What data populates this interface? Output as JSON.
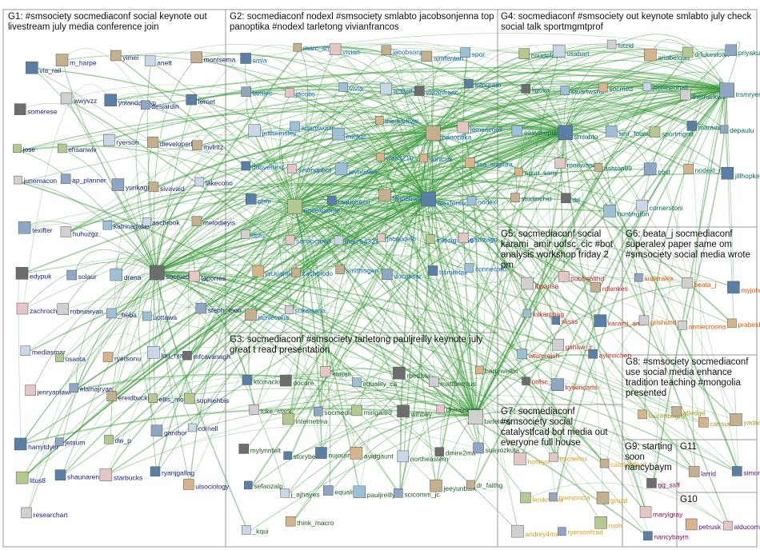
{
  "colors": {
    "edge": "#3c9c3c",
    "box_border": "#9a9a9a",
    "groups": {
      "G1": "#1a237e",
      "G2": "#1565c0",
      "G3": "#1b5e20",
      "G4": "#00695c",
      "G5": "#c62828",
      "G6": "#e65100",
      "G7": "#d4a017",
      "G8": "#9e9d24",
      "G9": "#880e4f",
      "G10": "#4a148c",
      "G11": "#4a148c"
    }
  },
  "groups": [
    {
      "id": "G1",
      "title": "G1: #smsociety socmediaconf social keynote out livestream july media conference join"
    },
    {
      "id": "G2",
      "title": "G2: socmediaconf nodexl #smsociety smlabto jacobsonjenna top panoptika #nodexl tarletong vivianfrancos"
    },
    {
      "id": "G3",
      "title": "G3: socmediaconf #smsociety tarletong pauljreilly keynote july great t read presentation"
    },
    {
      "id": "G4",
      "title": "G4: socmediaconf #smsociety out keynote smlabto july check social talk sportmgmtprof"
    },
    {
      "id": "G5",
      "title": "G5: socmediaconf social karami_amir uofsc_cic #bot analysis workshop friday 2 pm"
    },
    {
      "id": "G6",
      "title": "G6: beata_j socmediaconf superalex paper same om #smsociety social media wrote"
    },
    {
      "id": "G7",
      "title": "G7: socmediaconf #smsociety social catalystfcad bot media out everyone full house"
    },
    {
      "id": "G8",
      "title": "G8: #smsociety socmediaconf use social media enhance tradition teaching #mongolia presented"
    },
    {
      "id": "G9",
      "title": "G9: starting soon nancybaym"
    },
    {
      "id": "G10",
      "title": "G10"
    },
    {
      "id": "G11",
      "title": "G11"
    }
  ],
  "nodes": {
    "G1": [
      "via_rail",
      "m_harpe",
      "yimei",
      "anett",
      "montsema",
      "somerese",
      "wwyvzz",
      "yolandayssp",
      "desjardin",
      "lernet",
      "jose",
      "ehsanwlv",
      "ryerson",
      "dleveloperl",
      "mvfritz",
      "junemacon",
      "ap_planner",
      "yurikagey",
      "sivavaid",
      "lakecono",
      "texifter",
      "huhuzgz",
      "katrinagalas",
      "aschrook",
      "melodieyis",
      "edypuk",
      "solaur",
      "drena",
      "socmediac",
      "laporres",
      "zachroche1",
      "robruaryan",
      "_heba",
      "uottawa",
      "steph_moo",
      "mediasmar",
      "osanta",
      "ryersonu",
      "lou_ryan",
      "mfcavanagh",
      "jenryanlawl",
      "elainajryan",
      "ereidbucki",
      "ellis_motta",
      "sophiehbis",
      "harrytdyer",
      "jetsum",
      "dw_p",
      "ganthor",
      "cornell",
      "litus8",
      "shaunaren",
      "starbucks",
      "ryanjgallag",
      "ulsociology",
      "researchart"
    ],
    "G2": [
      "smla",
      "marc_smith",
      "vivian",
      "jacobsonjen",
      "ajmfenton",
      "spor",
      "lamiec",
      "jacobs",
      "vivia",
      "activith",
      "vivianfranc",
      "infogram",
      "jeffhemsley",
      "adamworra",
      "mihkal",
      "themarkval",
      "panoptika",
      "jamescook",
      "doovertext",
      "smandpbot",
      "jeyhowes",
      "was3210",
      "sonicux",
      "lisa_sugiura",
      "phm",
      "nodexlsonie",
      "raquelrecu",
      "felipebsoar",
      "alexfenton",
      "nodexl",
      "dpfu",
      "sonsocmed",
      "marcb4321",
      "jacqudelo",
      "mktdiginews",
      "gabizago",
      "jackjamies",
      "zachmcdo",
      "smithisgen",
      "docassar",
      "trsmretail",
      "connected",
      "jamieceha",
      "sukainana"
    ],
    "G3": [
      "ktcmackinn",
      "docdre",
      "karppi",
      "equality_ca",
      "rbettivia",
      "mattbernius",
      "barrywellm",
      "luke_stark",
      "internetma",
      "socmedia",
      "mirigaard",
      "wihbey",
      "dhirajmurthy",
      "tarletong",
      "mylynnfelt",
      "storybench",
      "nujournalis",
      "avidgaunt",
      "northeastern",
      "dmire2ma",
      "suayozkula",
      "sefaozalp",
      "j_ajhayes",
      "equalit",
      "pauljreilly",
      "scicomm_jc",
      "jeeyunbaik",
      "dr_faithg",
      "_kqui",
      "think_macro"
    ],
    "G4": [
      "coudefazeli",
      "usabart",
      "lutzid",
      "anabelqua",
      "drlukesloan",
      "priyakumar",
      "ligova",
      "stuartwshu",
      "socmed",
      "jeromeohall",
      "themarkval",
      "trsmryerso",
      "easythepia",
      "smlabto",
      "smr_found",
      "sportmgmt",
      "maraine",
      "depaulu",
      "arjun_sany",
      "moewanino",
      "ashton99",
      "cost",
      "nodexl_mk",
      "jillhopke",
      "studiochid",
      "drl",
      "huntington",
      "cornerstoni"
    ],
    "G5": [
      "ibparisa",
      "pubhealthd",
      "rdlankes",
      "kskarphag",
      "slisss",
      "karami_amir",
      "wtomreich",
      "gshaw_jr",
      "aylinnchen",
      "uofsc_cic",
      "kyliencarls"
    ],
    "G6": [
      "superalex",
      "beata_j",
      "myjohnso",
      "grishund",
      "anniecroona",
      "prabeshsu"
    ],
    "G7": [
      "hohkyo",
      "micaelou",
      "catalystfcad",
      "lenikrsova",
      "ryersoncla",
      "gruzd",
      "andrey4mir",
      "ryersonfcad",
      "rooh"
    ],
    "G8": [
      "laurenbagdy",
      "atledge",
      "cansueu",
      "yadamsure"
    ],
    "G9": [
      "gg_ssff",
      "marylgray",
      "nancybaym"
    ],
    "G10": [
      "petrusk",
      "alducorneli"
    ],
    "G11": [
      "larrid",
      "simonacio"
    ]
  }
}
